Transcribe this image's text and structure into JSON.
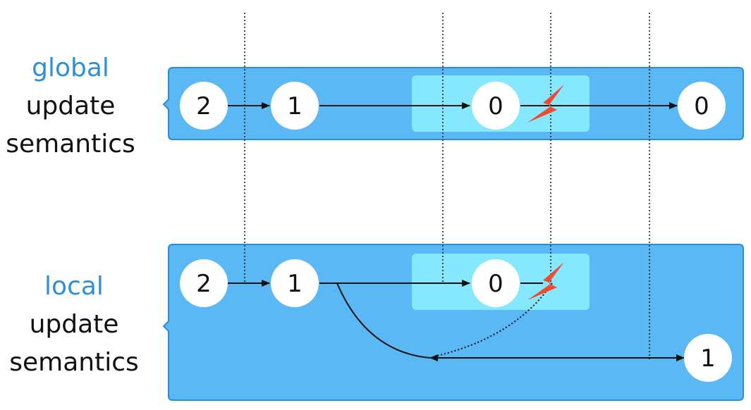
{
  "colors": {
    "accent": "#2f8fd8",
    "panel": "#5ab8f5",
    "panel_border": "#2c8ed0",
    "highlight": "#8ef0ff",
    "node_fill": "#ffffff",
    "bolt": "#f24a2a"
  },
  "global": {
    "label_accent": "global",
    "label_line2": "update",
    "label_line3": "semantics",
    "nodes": [
      "2",
      "1",
      "0",
      "0"
    ]
  },
  "local": {
    "label_accent": "local",
    "label_line2": "update",
    "label_line3": "semantics",
    "nodes": [
      "2",
      "1",
      "0",
      "1"
    ]
  }
}
